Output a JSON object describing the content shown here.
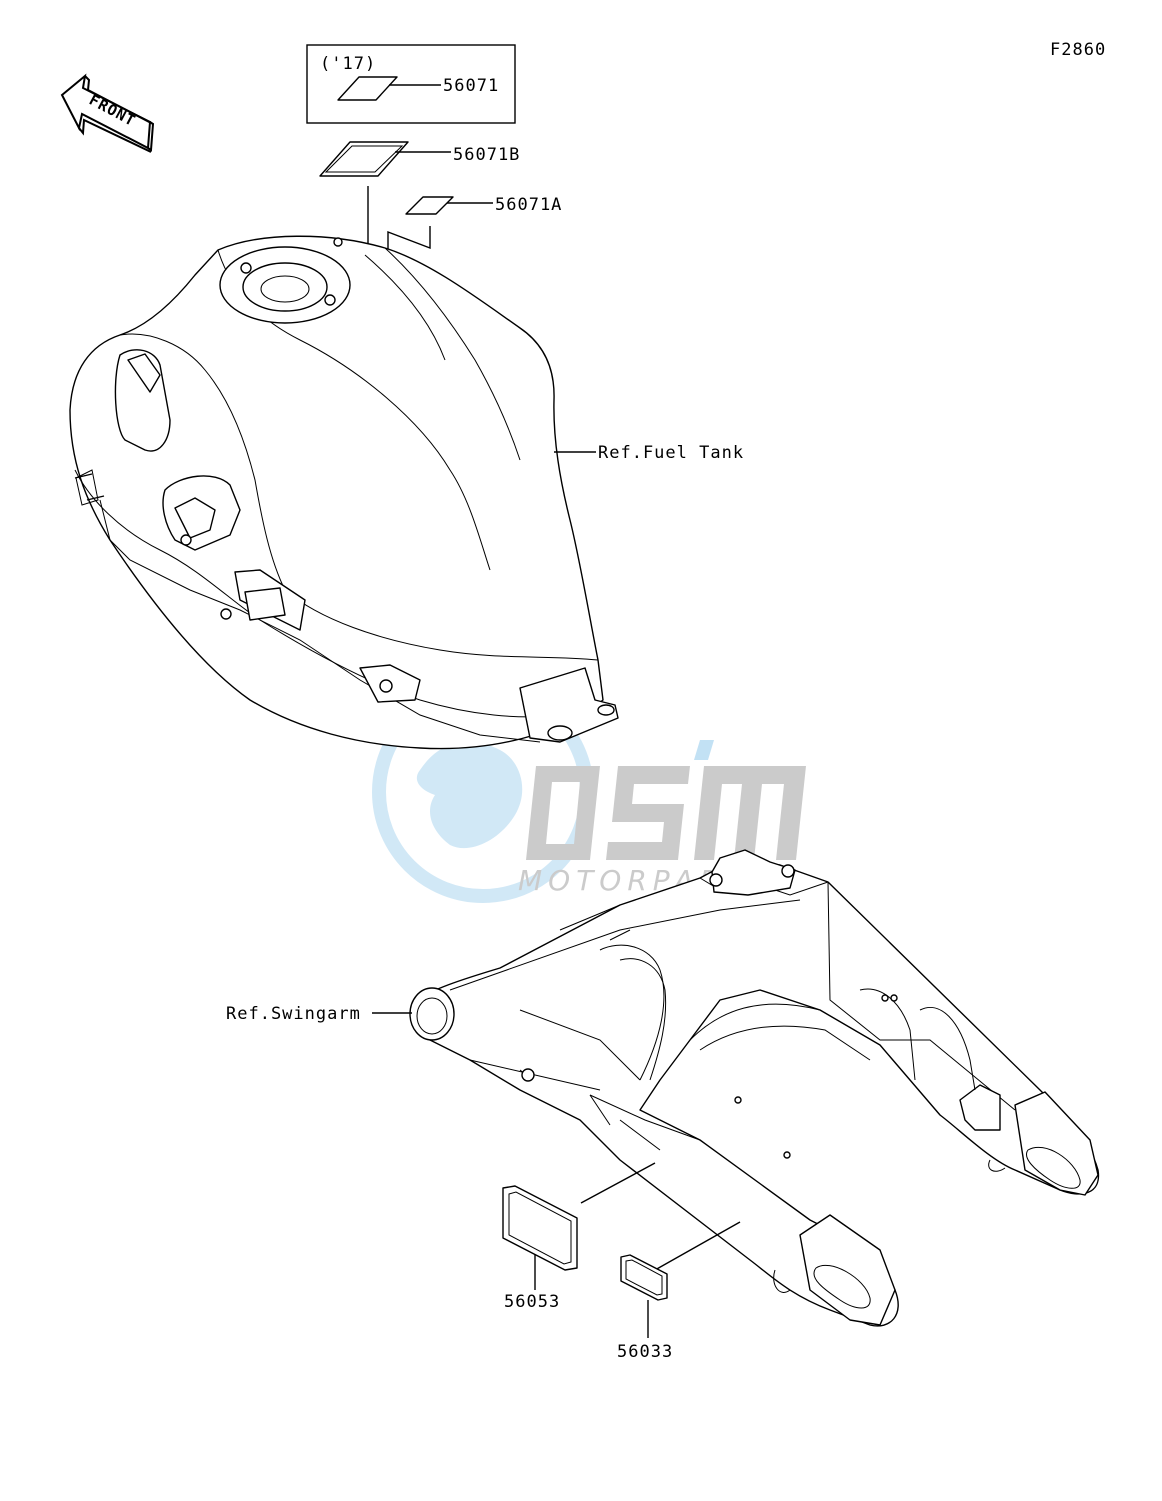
{
  "figure_code": "F2860",
  "front_label": "FRONT",
  "year_note": "('17)",
  "callouts": {
    "p56071": "56071",
    "p56071B": "56071B",
    "p56071A": "56071A",
    "fuel_tank": "Ref.Fuel Tank",
    "swingarm": "Ref.Swingarm",
    "p56053": "56053",
    "p56033": "56033"
  },
  "watermark": {
    "logo": "OSM",
    "tagline": "MOTORPARTS",
    "colors": {
      "blue": "#bfdff3",
      "gray": "#c9c9c9"
    }
  }
}
